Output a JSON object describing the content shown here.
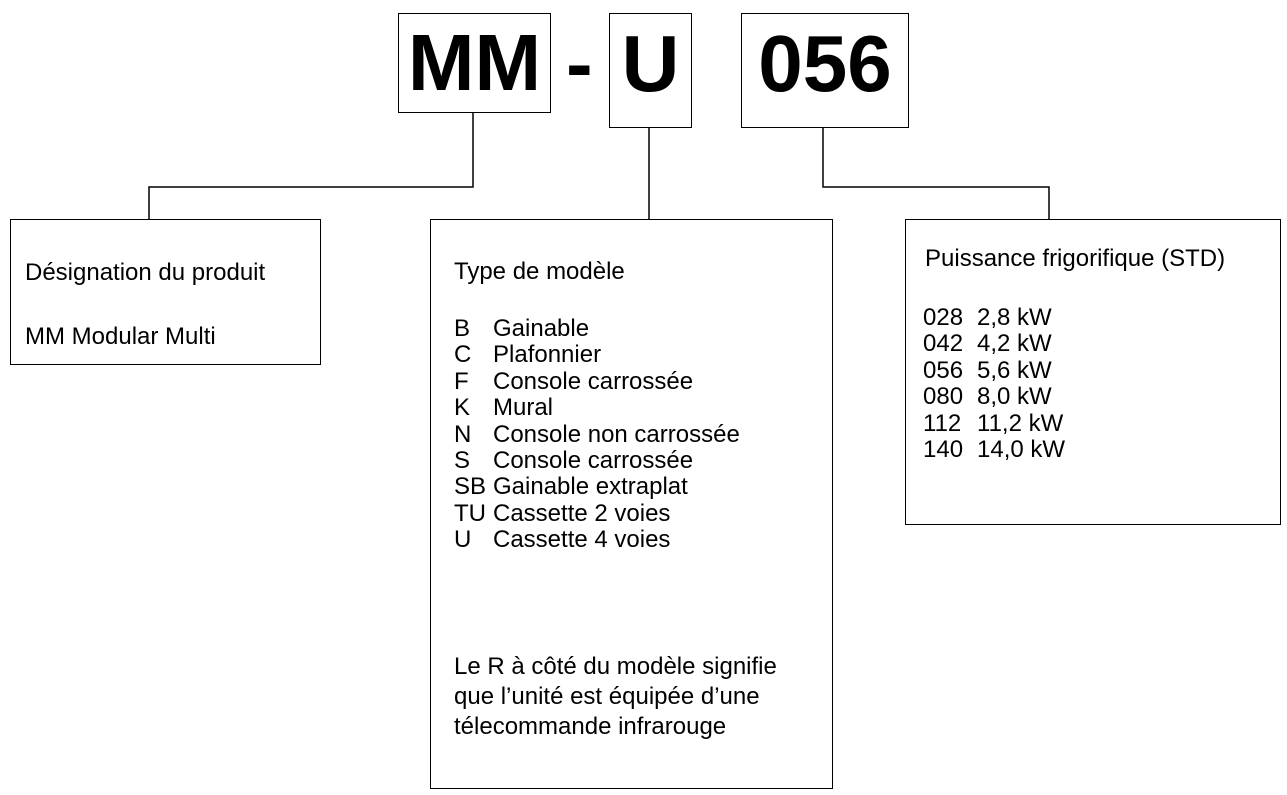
{
  "code": {
    "part1": "MM",
    "separator": "-",
    "part2": "U",
    "part3": "056"
  },
  "designation": {
    "title": "Désignation du produit",
    "value": "MM Modular Multi"
  },
  "model_type": {
    "title": "Type de modèle",
    "items": [
      {
        "code": "B",
        "label": "Gainable"
      },
      {
        "code": "C",
        "label": "Plafonnier"
      },
      {
        "code": "F",
        "label": "Console carrossée"
      },
      {
        "code": "K",
        "label": "Mural"
      },
      {
        "code": "N",
        "label": "Console non carrossée"
      },
      {
        "code": "S",
        "label": "Console carrossée"
      },
      {
        "code": "SB",
        "label": "Gainable extraplat"
      },
      {
        "code": "TU",
        "label": "Cassette 2 voies"
      },
      {
        "code": "U",
        "label": "Cassette 4 voies"
      }
    ],
    "note": [
      "Le R à côté du modèle signifie",
      "que l’unité est équipée d’une",
      "télecommande infrarouge"
    ]
  },
  "power": {
    "title": "Puissance frigorifique (STD)",
    "items": [
      {
        "code": "028",
        "value": "2,8 kW"
      },
      {
        "code": "042",
        "value": "4,2 kW"
      },
      {
        "code": "056",
        "value": "5,6 kW"
      },
      {
        "code": "080",
        "value": "8,0 kW"
      },
      {
        "code": "112",
        "value": "11,2 kW"
      },
      {
        "code": "140",
        "value": "14,0 kW"
      }
    ]
  }
}
